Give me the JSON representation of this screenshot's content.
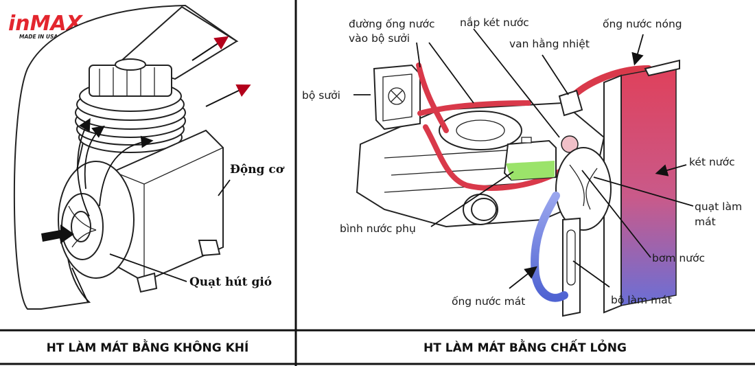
{
  "logo": {
    "brand": "inMAX",
    "tagline": "MADE IN USA"
  },
  "left_panel": {
    "labels": {
      "engine": "Động cơ",
      "fan": "Quạt hút gió"
    },
    "caption": "HT LÀM MÁT BẰNG KHÔNG KHÍ"
  },
  "right_panel": {
    "labels": {
      "heater_pipe_line1": "đường ống nước",
      "heater_pipe_line2": "vào bộ sưởi",
      "radiator_cap": "nắp két nước",
      "thermostat": "van hằng nhiệt",
      "hot_pipe": "ống nước nóng",
      "heater": "bộ sưởi",
      "radiator": "két nước",
      "fan_line1": "quạt làm",
      "fan_line2": "mát",
      "reservoir": "bình nước phụ",
      "water_pump": "bơm nước",
      "cool_pipe": "ống nước mát",
      "cooler": "bộ làm mát"
    },
    "caption": "HT LÀM MÁT BẰNG CHẤT LỎNG"
  },
  "colors": {
    "hot": "#d9394a",
    "cold": "#5b6fd8",
    "arrow": "#b3001b",
    "logo_red": "#e3262e"
  }
}
